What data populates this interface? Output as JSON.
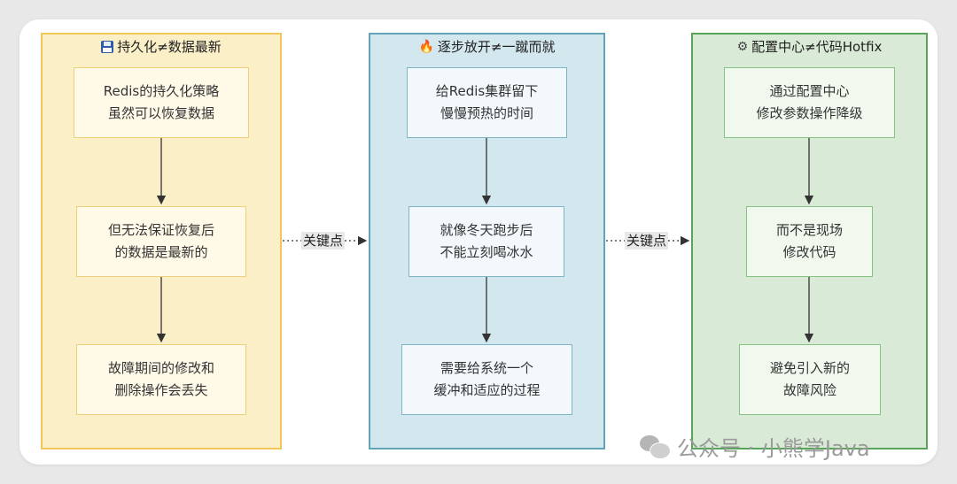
{
  "groups": [
    {
      "title": "持久化≠数据最新",
      "icon": "floppy-disk-icon"
    },
    {
      "title": "逐步放开≠一蹴而就",
      "icon": "fire-icon"
    },
    {
      "title": "配置中心≠代码Hotfix",
      "icon": "gear-icon"
    }
  ],
  "nodes": {
    "g1n1": [
      "Redis的持久化策略",
      "虽然可以恢复数据"
    ],
    "g1n2": [
      "但无法保证恢复后",
      "的数据是最新的"
    ],
    "g1n3": [
      "故障期间的修改和",
      "删除操作会丢失"
    ],
    "g2n1": [
      "给Redis集群留下",
      "慢慢预热的时间"
    ],
    "g2n2": [
      "就像冬天跑步后",
      "不能立刻喝冰水"
    ],
    "g2n3": [
      "需要给系统一个",
      "缓冲和适应的过程"
    ],
    "g3n1": [
      "通过配置中心",
      "修改参数操作降级"
    ],
    "g3n2": [
      "而不是现场",
      "修改代码"
    ],
    "g3n3": [
      "避免引入新的",
      "故障风险"
    ]
  },
  "edge_labels": [
    "关键点",
    "关键点"
  ],
  "watermark": "公众号 · 小熊学Java",
  "colors": {
    "group1_fill": "#fbefc8",
    "group1_border": "#f2c75a",
    "group2_fill": "#d3e7ef",
    "group2_border": "#63a3b6",
    "group3_fill": "#d9ebd7",
    "group3_border": "#58a55a",
    "arrow": "#333333"
  }
}
